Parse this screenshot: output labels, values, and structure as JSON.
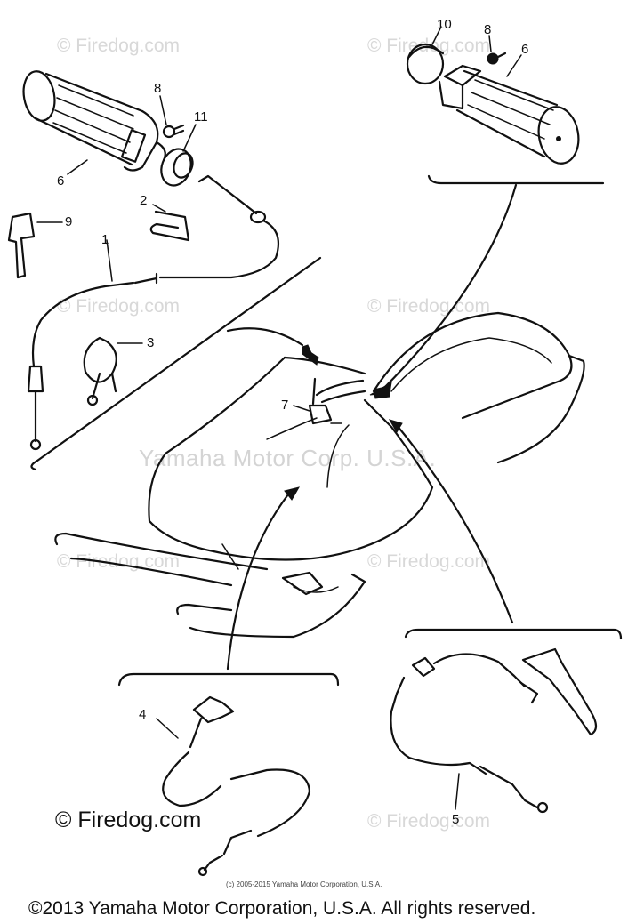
{
  "watermarks": {
    "firedog": "© Firedog.com",
    "center": "Yamaha Motor Corp. U.S.A."
  },
  "callouts": {
    "c1": "1",
    "c2": "2",
    "c3": "3",
    "c4": "4",
    "c5": "5",
    "c6_left": "6",
    "c6_right": "6",
    "c7": "7",
    "c8_left": "8",
    "c8_right": "8",
    "c9": "9",
    "c10": "10",
    "c11": "11"
  },
  "brand": "© Firedog.com",
  "small_copyright": "(c) 2005-2015 Yamaha Motor Corporation, U.S.A.",
  "copyright": "©2013 Yamaha Motor Corporation, U.S.A. All rights reserved."
}
